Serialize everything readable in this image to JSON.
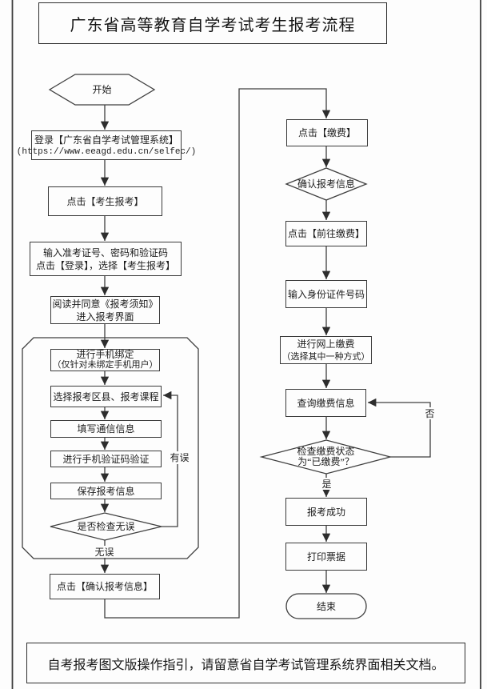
{
  "page": {
    "title": "广东省高等教育自学考试考生报考流程",
    "footer": "自考报考图文版操作指引，请留意省自学考试管理系统界面相关文档。"
  },
  "nodes": {
    "start": "开始",
    "login_line1": "登录【广东省自学考试管理系统】",
    "login_line2": "(https://www.eeagd.edu.cn/selfec/)",
    "click_register": "点击【考生报考】",
    "enter_credentials_line1": "输入准考证号、密码和验证码",
    "enter_credentials_line2": "点击【登录】，选择【考生报考】",
    "read_notice_line1": "阅读并同意《报考须知》",
    "read_notice_line2": "进入报考界面",
    "bind_phone_line1": "进行手机绑定",
    "bind_phone_line2": "（仅针对未绑定手机用户）",
    "select_courses": "选择报考区县、报考课程",
    "fill_contact": "填写通信信息",
    "verify_sms": "进行手机验证码验证",
    "save_info": "保存报考信息",
    "check_correct": "是否检查无误",
    "confirm_submit": "点击【确认报考信息】",
    "click_pay": "点击【缴费】",
    "confirm_reg_info": "确认报考信息",
    "goto_pay": "点击【前往缴费】",
    "enter_id": "输入身份证件号码",
    "online_pay_line1": "进行网上缴费",
    "online_pay_line2": "（选择其中一种方式）",
    "query_payment": "查询缴费信息",
    "check_status_line1": "检查缴费状态",
    "check_status_line2": "为“已缴费”？",
    "success": "报考成功",
    "print_receipt": "打印票据",
    "end": "结束"
  },
  "labels": {
    "has_error": "有误",
    "no_error": "无误",
    "yes": "是",
    "no": "否"
  },
  "colors": {
    "line": "#3f3f3f",
    "border": "#3a3a3a",
    "background": "#fdfdfd"
  }
}
